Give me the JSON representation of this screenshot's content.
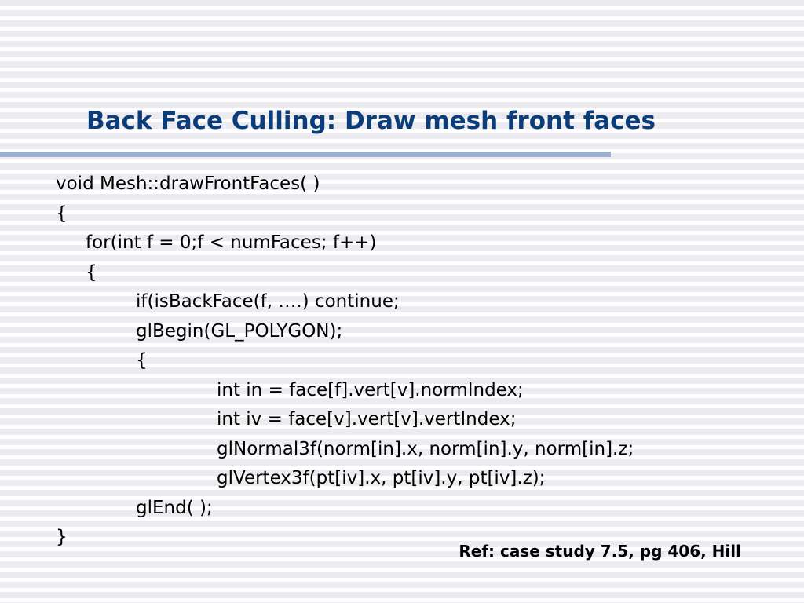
{
  "slide": {
    "title": "Back Face Culling: Draw mesh front faces",
    "code_lines": [
      {
        "indent": 0,
        "text": "void Mesh::drawFrontFaces( )"
      },
      {
        "indent": 0,
        "text": "{"
      },
      {
        "indent": 1,
        "text": "for(int f = 0;f < numFaces; f++)"
      },
      {
        "indent": 1,
        "text": "{"
      },
      {
        "indent": 2,
        "text": "if(isBackFace(f, ….) continue;"
      },
      {
        "indent": 2,
        "text": "glBegin(GL_POLYGON);"
      },
      {
        "indent": 2,
        "text": "{"
      },
      {
        "indent": 3,
        "text": "int in = face[f].vert[v].normIndex;"
      },
      {
        "indent": 3,
        "text": "int iv = face[v].vert[v].vertIndex;"
      },
      {
        "indent": 3,
        "text": "glNormal3f(norm[in].x, norm[in].y, norm[in].z;"
      },
      {
        "indent": 3,
        "text": "glVertex3f(pt[iv].x, pt[iv].y, pt[iv].z);"
      },
      {
        "indent": 2,
        "text": "glEnd( );"
      },
      {
        "indent": 0,
        "text": "}"
      }
    ],
    "reference": "Ref: case study 7.5, pg 406, Hill"
  },
  "colors": {
    "title": "#0b3d7a",
    "rule": "#9cb0cf",
    "stripe": "#ececf0",
    "text": "#000000"
  }
}
